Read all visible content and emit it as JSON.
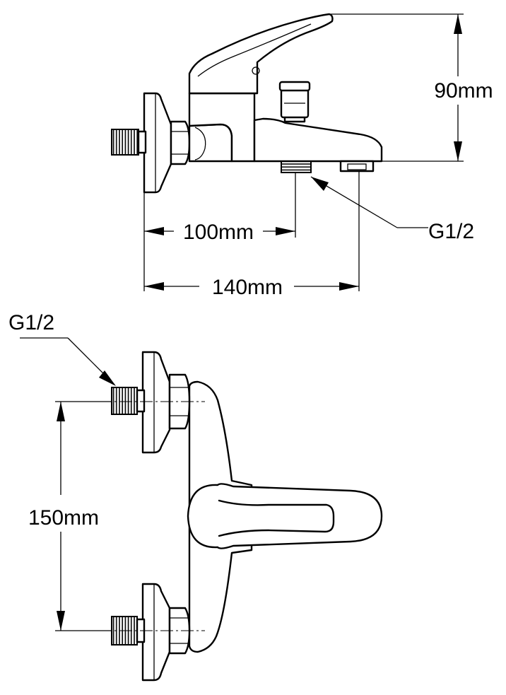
{
  "dimensions": {
    "height_label": "90mm",
    "outlet_offset_label": "100mm",
    "spout_length_label": "140mm",
    "outlet_thread_label": "G1/2",
    "inlet_thread_label": "G1/2",
    "inlet_spacing_label": "150mm"
  }
}
